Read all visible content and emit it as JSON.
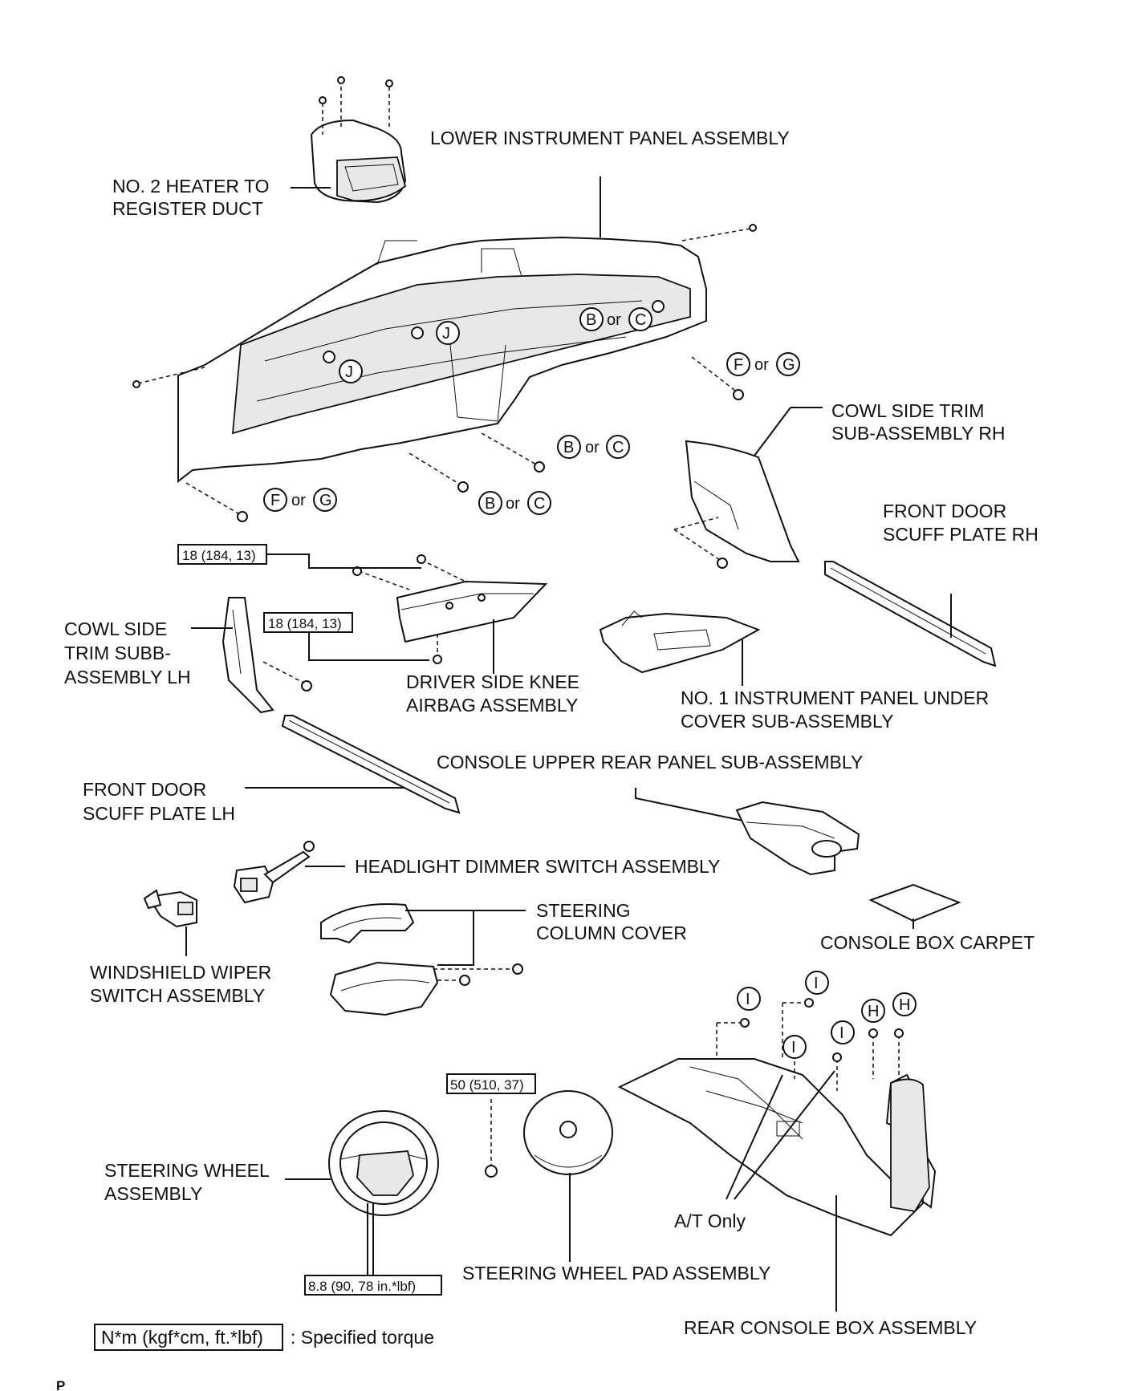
{
  "labels": {
    "heater_duct_1": "NO. 2 HEATER TO",
    "heater_duct_2": "REGISTER DUCT",
    "lower_panel": "LOWER INSTRUMENT PANEL ASSEMBLY",
    "cowl_rh_1": "COWL SIDE TRIM",
    "cowl_rh_2": "SUB-ASSEMBLY RH",
    "scuff_rh_1": "FRONT DOOR",
    "scuff_rh_2": "SCUFF PLATE RH",
    "cowl_lh_1": "COWL SIDE",
    "cowl_lh_2": "TRIM SUBB-",
    "cowl_lh_3": "ASSEMBLY LH",
    "knee_airbag_1": "DRIVER SIDE KNEE",
    "knee_airbag_2": "AIRBAG ASSEMBLY",
    "under_cover_1": "NO. 1 INSTRUMENT PANEL UNDER",
    "under_cover_2": "COVER SUB-ASSEMBLY",
    "console_upper": "CONSOLE UPPER REAR PANEL SUB-ASSEMBLY",
    "scuff_lh_1": "FRONT DOOR",
    "scuff_lh_2": "SCUFF PLATE LH",
    "headlight_switch": "HEADLIGHT DIMMER SWITCH ASSEMBLY",
    "steering_cover_1": "STEERING",
    "steering_cover_2": "COLUMN COVER",
    "console_carpet": "CONSOLE BOX CARPET",
    "wiper_switch_1": "WINDSHIELD WIPER",
    "wiper_switch_2": "SWITCH ASSEMBLY",
    "steering_wheel_1": "STEERING WHEEL",
    "steering_wheel_2": "ASSEMBLY",
    "at_only": "A/T Only",
    "wheel_pad": "STEERING WHEEL PAD ASSEMBLY",
    "rear_console": "REAR CONSOLE BOX ASSEMBLY",
    "legend_box": "N*m (kgf*cm, ft.*lbf)",
    "legend_text": ": Specified torque",
    "corner_mark": "P"
  },
  "torques": {
    "t1": "18 (184, 13)",
    "t2": "18 (184, 13)",
    "t3": "50 (510, 37)",
    "t4": "8.8 (90, 78 in.*lbf)"
  },
  "callouts": {
    "B": "B",
    "C": "C",
    "F": "F",
    "G": "G",
    "H": "H",
    "I": "I",
    "J": "J",
    "or": "or"
  }
}
